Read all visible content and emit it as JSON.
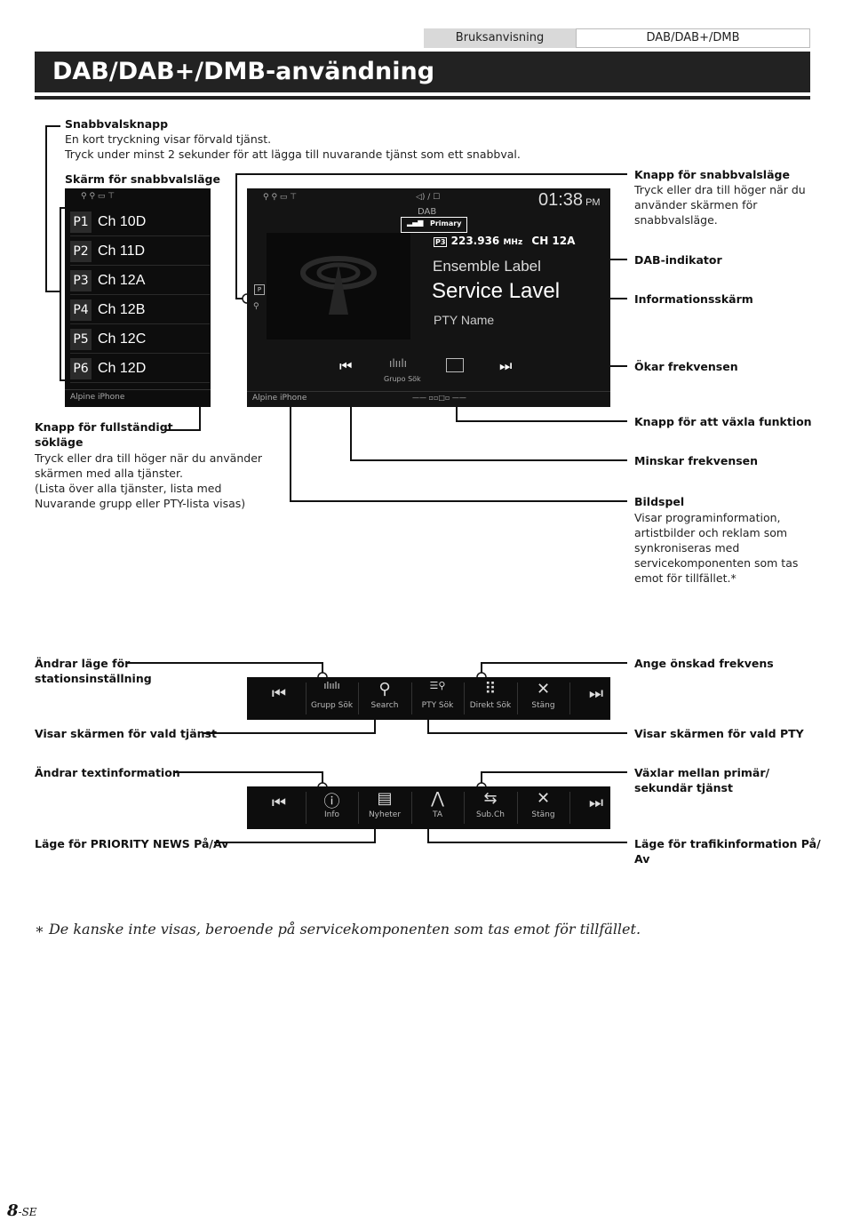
{
  "header": {
    "tab_left": "Bruksanvisning",
    "tab_right": "DAB/DAB+/DMB"
  },
  "title": "DAB/DAB+/DMB-användning",
  "callouts": {
    "snabbvalsknapp_title": "Snabbvalsknapp",
    "snabbvalsknapp_line1": "En kort tryckning visar förvald tjänst.",
    "snabbvalsknapp_line2": "Tryck under minst 2 sekunder för att lägga till nuvarande tjänst som ett snabbval.",
    "skarm_snabbval": "Skärm för snabbvalsläge",
    "full_search_title1": "Knapp för fullständigt",
    "full_search_title2": "sökläge",
    "full_search_line1": "Tryck eller dra till höger när du använder",
    "full_search_line2": "skärmen med alla tjänster.",
    "full_search_line3": "(Lista över alla tjänster, lista med",
    "full_search_line4": "Nuvarande grupp eller PTY-lista visas)",
    "knapp_snabbval_title": "Knapp för snabbvalsläge",
    "knapp_snabbval_line1": "Tryck eller dra till höger när du",
    "knapp_snabbval_line2": "använder skärmen för",
    "knapp_snabbval_line3": "snabbvalsläge.",
    "dab_indikator": "DAB-indikator",
    "informationsskarm": "Informationsskärm",
    "okar_frekvensen": "Ökar frekvensen",
    "vaxla_funktion": "Knapp för att växla funktion",
    "minskar_frekvensen": "Minskar frekvensen",
    "bildspel_title": "Bildspel",
    "bildspel_line1": "Visar programinformation,",
    "bildspel_line2": "artistbilder och reklam som",
    "bildspel_line3": "synkroniseras med",
    "bildspel_line4": "servicekomponenten som tas",
    "bildspel_line5": "emot för tillfället.*",
    "andrar_lage1": "Ändrar läge för",
    "andrar_lage2": "stationsinställning",
    "ange_frekvens": "Ange önskad frekvens",
    "visar_vald_tjanst": "Visar skärmen för vald tjänst",
    "visar_vald_pty": "Visar skärmen för vald PTY",
    "andrar_text": "Ändrar textinformation",
    "vaxlar_primar1": "Växlar mellan primär/",
    "vaxlar_primar2": "sekundär tjänst",
    "priority_news": "Läge för PRIORITY NEWS På/Av",
    "trafik1": "Läge för trafikinformation På/",
    "trafik2": "Av"
  },
  "preset_screen": {
    "presets": [
      {
        "p": "P1",
        "ch": "Ch 10D"
      },
      {
        "p": "P2",
        "ch": "Ch 11D"
      },
      {
        "p": "P3",
        "ch": "Ch 12A"
      },
      {
        "p": "P4",
        "ch": "Ch 12B"
      },
      {
        "p": "P5",
        "ch": "Ch 12C"
      },
      {
        "p": "P6",
        "ch": "Ch 12D"
      }
    ],
    "footer": "Alpine iPhone"
  },
  "main_screen": {
    "time": "01:38",
    "ampm": "PM",
    "dab": "DAB",
    "primary": "Primary",
    "frequency": "223.936",
    "freq_unit": "MHz",
    "channel": "CH 12A",
    "ensemble": "Ensemble Label",
    "service": "Service Lavel",
    "pty": "PTY Name",
    "grupo_sok": "Grupo Sök",
    "footer": "Alpine iPhone"
  },
  "toolbar1": [
    {
      "icon": "prev-icon",
      "label": ""
    },
    {
      "icon": "waveform-icon",
      "label": "Grupp Sök"
    },
    {
      "icon": "search-icon",
      "label": "Search"
    },
    {
      "icon": "pty-search-icon",
      "label": "PTY Sök"
    },
    {
      "icon": "keypad-icon",
      "label": "Direkt Sök"
    },
    {
      "icon": "close-icon",
      "label": "Stäng"
    },
    {
      "icon": "next-icon",
      "label": ""
    }
  ],
  "toolbar2": [
    {
      "icon": "prev-icon",
      "label": ""
    },
    {
      "icon": "info-icon",
      "label": "Info"
    },
    {
      "icon": "news-icon",
      "label": "Nyheter"
    },
    {
      "icon": "road-icon",
      "label": "TA"
    },
    {
      "icon": "swap-icon",
      "label": "Sub.Ch"
    },
    {
      "icon": "close-icon",
      "label": "Stäng"
    },
    {
      "icon": "next-icon",
      "label": ""
    }
  ],
  "footnote": "∗  De kanske inte visas, beroende på servicekomponenten som tas emot för tillfället.",
  "page_number": "8",
  "page_suffix": "-SE"
}
